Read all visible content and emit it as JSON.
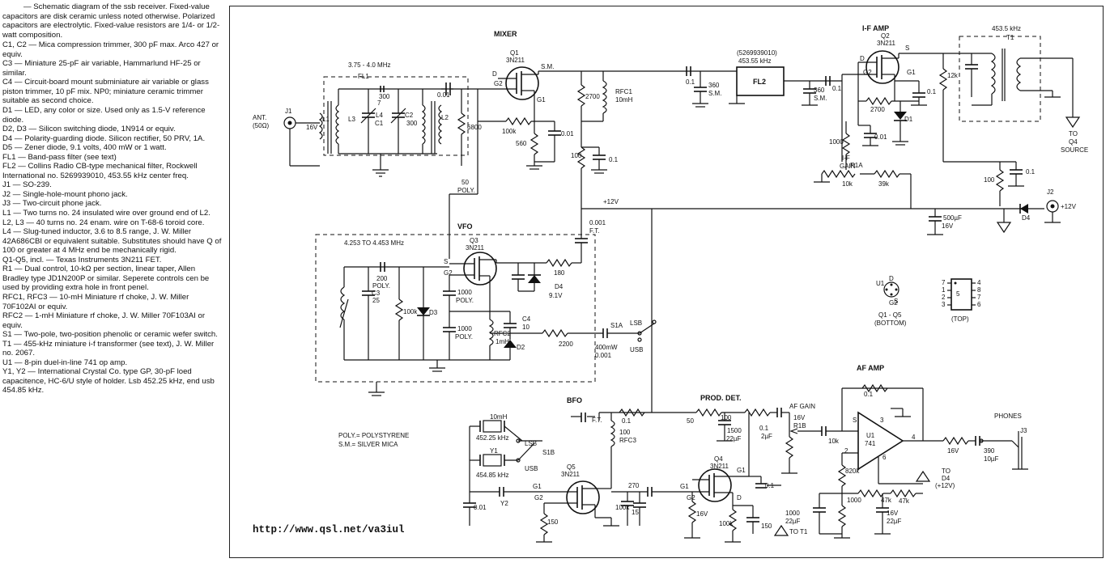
{
  "legend": {
    "caption_mark": "—",
    "caption": "Schematic diagram of the ssb receiver. Fixed-value capacitors are disk ceramic unless noted otherwise. Polarized capacitors are electrolytic. Fixed-value resistors are 1/4- or 1/2-watt composition.",
    "parts": [
      {
        "ref": "C1, C2",
        "text": "Mica compression trimmer, 300 pF max. Arco 427 or equiv."
      },
      {
        "ref": "C3",
        "text": "Miniature 25-pF air variable, Hammarlund HF-25 or similar."
      },
      {
        "ref": "C4",
        "text": "Circuit-board mount subminiature air variable or glass piston trimmer, 10 pF mix. NP0; miniature ceramic trimmer suitable as second choice."
      },
      {
        "ref": "D1",
        "text": "LED, any color or size. Used only as 1.5-V reference diode."
      },
      {
        "ref": "D2, D3",
        "text": "Silicon switching diode, 1N914 or equiv."
      },
      {
        "ref": "D4",
        "text": "Polarity-guarding diode. Silicon rectifier, 50 PRV, 1A."
      },
      {
        "ref": "D5",
        "text": "Zener diode, 9.1 volts, 400 mW or 1 watt."
      },
      {
        "ref": "FL1",
        "text": "Band-pass filter (see text)"
      },
      {
        "ref": "FL2",
        "text": "Collins Radio CB-type mechanical filter, Rockwell International no. 5269939010, 453.55 kHz center freq."
      },
      {
        "ref": "J1",
        "text": "SO-239."
      },
      {
        "ref": "J2",
        "text": "Single-hole-mount phono jack."
      },
      {
        "ref": "J3",
        "text": "Two-circuit phone jack."
      },
      {
        "ref": "L1",
        "text": "Two turns no. 24 insulated wire over ground end of L2."
      },
      {
        "ref": "L2, L3",
        "text": "40 turns no. 24 enam. wire on T-68-6 toroid core."
      },
      {
        "ref": "L4",
        "text": "Slug-tuned inductor, 3.6 to 8.5 range, J. W. Miller 42A686CBI or equivalent suitable. Substitutes should have Q of 100 or greater at 4 MHz end be mechanically rigid."
      },
      {
        "ref": "Q1-Q5, incl.",
        "text": "Texas Instruments 3N211 FET."
      },
      {
        "ref": "R1",
        "text": "Dual control, 10-kΩ per section, linear taper, Allen Bradley type JD1N200P or similar. Seperete controls cen be used by providing extra hole in front penel."
      },
      {
        "ref": "RFC1, RFC3",
        "text": "10-mH Miniature rf choke, J. W. Miller 70F102AI or equiv."
      },
      {
        "ref": "RFC2",
        "text": "1-mH Miniature rf choke, J. W. Miller 70F103AI or equiv."
      },
      {
        "ref": "S1",
        "text": "Two-pole, two-position phenolic or ceramic wefer switch."
      },
      {
        "ref": "T1",
        "text": "455-kHz miniature i-f transformer (see text), J. W. Miller no. 2067."
      },
      {
        "ref": "U1",
        "text": "8-pin duel-in-line 741 op amp."
      },
      {
        "ref": "Y1, Y2",
        "text": "International Crystal Co. type GP, 30-pF loed capacitence, HC-6/U style of holder. Lsb 452.25 kHz, end usb 454.85 kHz."
      }
    ]
  },
  "sections": {
    "mixer": "MIXER",
    "if_amp": "I-F AMP",
    "vfo": "VFO",
    "bfo": "BFO",
    "prod_det": "PROD. DET.",
    "af_amp": "AF AMP",
    "phones": "PHONES"
  },
  "labels": {
    "band": "3.75 - 4.0 MHz",
    "vfo_range": "4.253 TO 4.453 MHz",
    "if_freq": "453.5 kHz",
    "fl2_part": "(5269939010)",
    "fl2_freq": "453.55 kHz",
    "ant": "ANT.",
    "ant_z": "(50Ω)",
    "j1": "J1",
    "j2": "J2",
    "j3": "J3",
    "plus12": "+12V",
    "plus12_in": "+12V",
    "to_d4_source": "TO",
    "to_d4_source2": "Q4",
    "to_d4_source3": "SOURCE",
    "to_d4": "TO",
    "to_d4b": "D4",
    "to_d4c": "(+12V)",
    "to_t1": "TO T1",
    "if_gain1": "I-F",
    "if_gain2": "GAIN",
    "af_gain": "AF GAIN",
    "poly_note1": "POLY.= POLYSTYRENE",
    "poly_note2": "S.M.= SILVER MICA",
    "pinout_q_caption": "Q1 - Q5",
    "pinout_q_caption2": "(BOTTOM)",
    "pinout_u_caption": "(TOP)",
    "lsb": "LSB",
    "usb": "USB",
    "s1a": "S1A",
    "s1b": "S1B",
    "y1_freq": "452.25 kHz",
    "y2_freq": "454.85 kHz"
  },
  "components": {
    "q1": [
      "Q1",
      "3N211"
    ],
    "q2": [
      "Q2",
      "3N211"
    ],
    "q3": [
      "Q3",
      "3N211"
    ],
    "q4": [
      "Q4",
      "3N211"
    ],
    "q5": [
      "Q5",
      "3N211"
    ],
    "u1": [
      "U1",
      "741"
    ],
    "fl1": "FL1",
    "fl2": "FL2",
    "t1": "T1",
    "values": [
      "0.01",
      "100k",
      "560",
      "0.01",
      "6800",
      "2700",
      "RFC1",
      "10mH",
      "100",
      "0.1",
      "0.1",
      "360",
      "S.M.",
      "0.1",
      "360",
      "S.M.",
      "2700",
      "12k",
      "0.1",
      "1000",
      "0.01",
      "D1",
      "10k",
      "R1A",
      "39k",
      "100",
      "0.1",
      "500µF",
      "16V",
      "D4",
      "50",
      "POLY.",
      "0.001",
      "F.T.",
      "200",
      "POLY.",
      "C3",
      "25",
      "100k",
      "D3",
      "1000",
      "POLY.",
      "1000",
      "POLY.",
      "C4",
      "10",
      "RFC2",
      "1mH",
      "D2",
      "2200",
      "180",
      "D4",
      "9.1V",
      "400mW",
      "0.001",
      "F.T.",
      "0.1",
      "100",
      "RFC3",
      "10mH",
      "Y1",
      "Y2",
      "0.01",
      "150",
      "100k",
      "270",
      "15",
      "50",
      "100",
      "1500",
      "22µF",
      "16V",
      "100k",
      "150",
      "0.1",
      "0.1",
      "2µF",
      "16V",
      "R1B",
      "10k",
      "0.1",
      "820k",
      "1000",
      "47k",
      "47k",
      "1000",
      "22µF",
      "16V",
      "22µF",
      "16V",
      "390",
      "10µF",
      "16V",
      "L1",
      "L2",
      "L3",
      "L4",
      "C1",
      "C2",
      "300",
      "300",
      "7",
      "S.M.",
      "D",
      "G2",
      "G1",
      "S",
      "D",
      "G2",
      "G1",
      "S",
      "G2",
      "G1",
      "G2",
      "G1",
      "G2",
      "G1",
      "D",
      "S",
      "2",
      "3",
      "4",
      "6",
      "7",
      "1",
      "2",
      "3",
      "4",
      "8",
      "7",
      "6",
      "5",
      "U1",
      "D",
      "G2",
      "S",
      "G1"
    ]
  },
  "url": "http://www.qsl.net/va3iul"
}
